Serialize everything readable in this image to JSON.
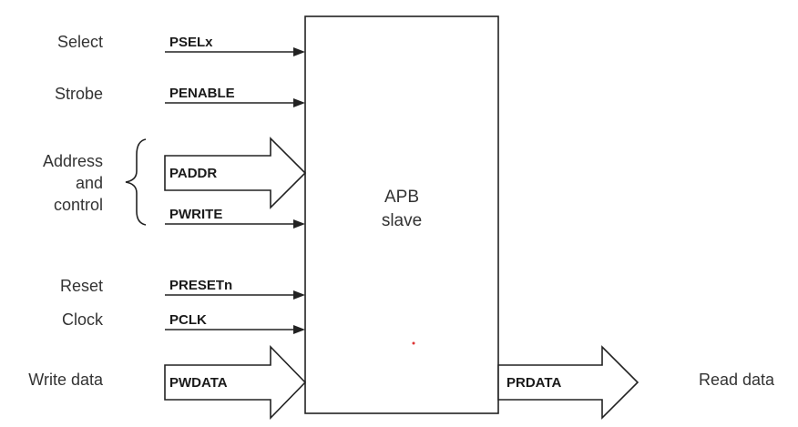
{
  "block": {
    "line1": "APB",
    "line2": "slave"
  },
  "inputs": {
    "select": {
      "desc": "Select",
      "signal": "PSELx"
    },
    "strobe": {
      "desc": "Strobe",
      "signal": "PENABLE"
    },
    "address": {
      "desc_lines": [
        "Address",
        "and",
        "control"
      ],
      "signal": "PADDR"
    },
    "write": {
      "signal": "PWRITE"
    },
    "reset": {
      "desc": "Reset",
      "signal": "PRESETn"
    },
    "clock": {
      "desc": "Clock",
      "signal": "PCLK"
    },
    "wdata": {
      "desc": "Write data",
      "signal": "PWDATA"
    }
  },
  "outputs": {
    "rdata": {
      "desc": "Read data",
      "signal": "PRDATA"
    }
  }
}
